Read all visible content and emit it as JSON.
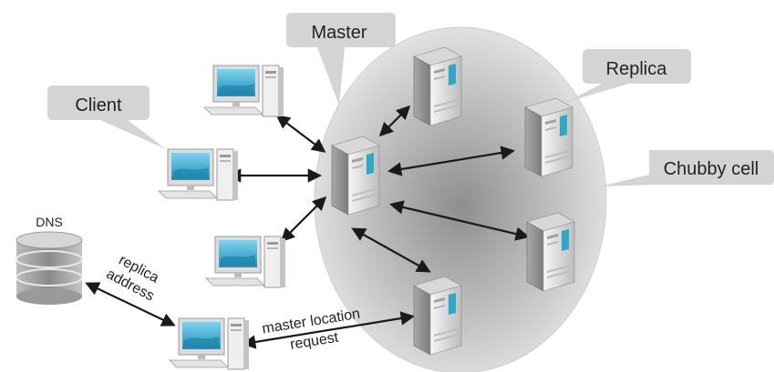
{
  "labels": {
    "master": "Master",
    "client": "Client",
    "replica": "Replica",
    "cell": "Chubby cell",
    "dns": "DNS",
    "dns_arrow_line1": "replica",
    "dns_arrow_line2": "address",
    "request_line1": "master location",
    "request_line2": "request"
  },
  "colors": {
    "callout_fill": "#d4d4d4",
    "cell_center": "#9a9a9a",
    "cell_edge": "#e2e2e2",
    "screen": "#2fa8c8",
    "arrow": "#1a1a1a"
  },
  "icons": {
    "client_pc": "desktop-computer-icon",
    "server": "tower-server-icon",
    "dns": "database-icon"
  }
}
